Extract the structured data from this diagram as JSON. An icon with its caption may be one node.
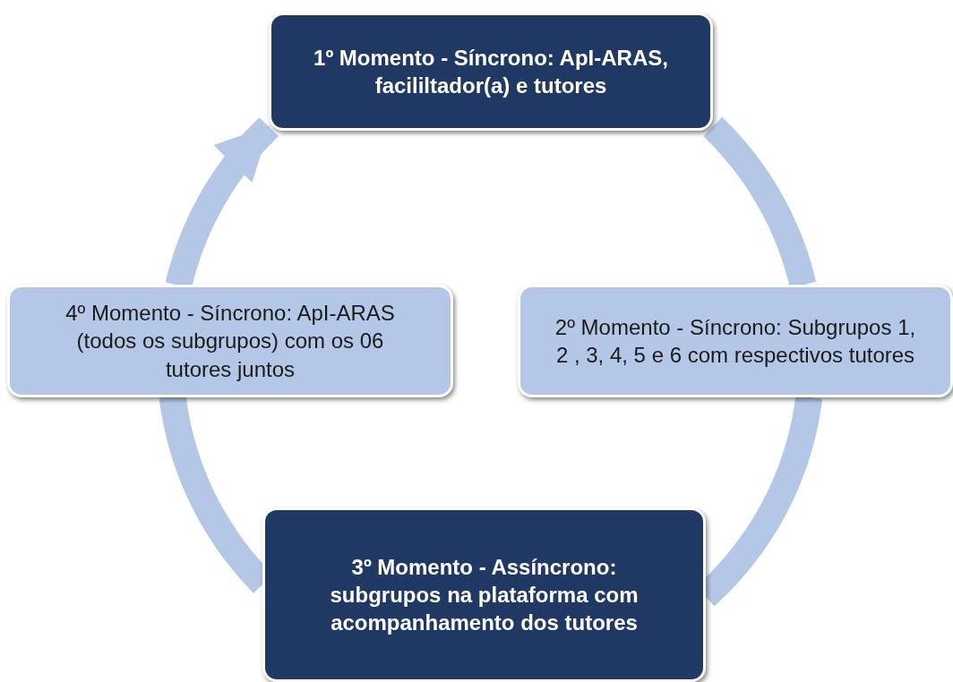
{
  "diagram": {
    "nodes": [
      {
        "text": [
          "1º Momento - Síncrono: ApI-ARAS, facililtador(a) e tutores"
        ]
      },
      {
        "text": [
          "2º Momento - Síncrono: Subgrupos 1, 2 , 3, 4, 5 e 6 com respectivos tutores"
        ]
      },
      {
        "text": [
          "3º Momento - Assíncrono: subgrupos na plataforma com acompanhamento dos tutores"
        ]
      },
      {
        "text": [
          "4º Momento - Síncrono: ApI-ARAS (todos os subgrupos) com os 06 tutores juntos"
        ]
      }
    ],
    "edges": [
      {
        "from": 0,
        "to": 1,
        "arrow": "none"
      },
      {
        "from": 1,
        "to": 2,
        "arrow": "none"
      },
      {
        "from": 2,
        "to": 3,
        "arrow": "none"
      },
      {
        "from": 3,
        "to": 0,
        "arrow": "to"
      }
    ]
  }
}
